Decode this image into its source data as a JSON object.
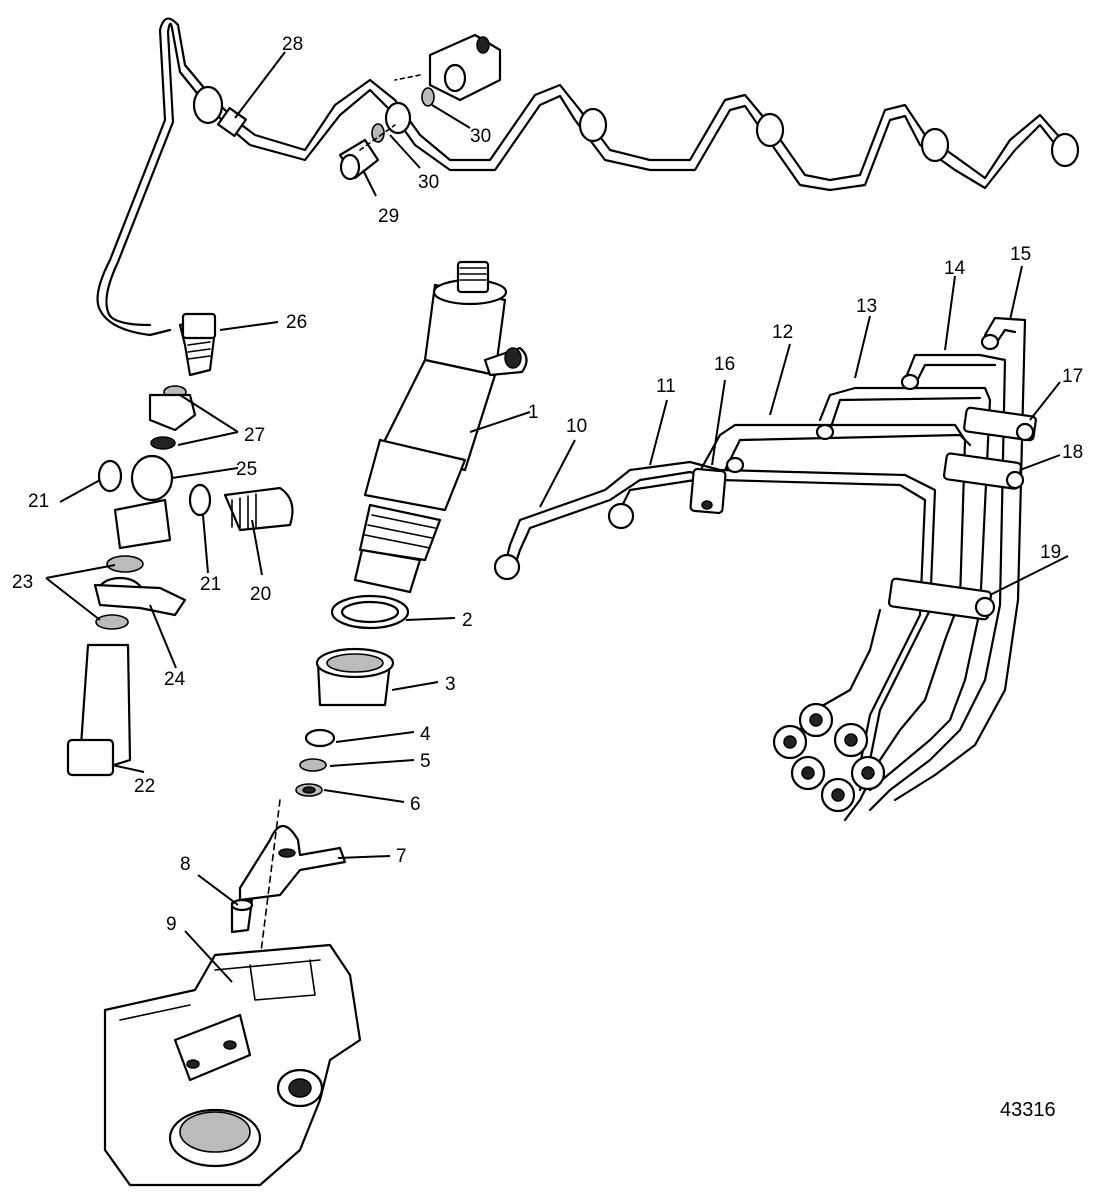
{
  "figure_number": "43316",
  "callouts": [
    {
      "id": "1",
      "text": "1"
    },
    {
      "id": "2",
      "text": "2"
    },
    {
      "id": "3",
      "text": "3"
    },
    {
      "id": "4",
      "text": "4"
    },
    {
      "id": "5",
      "text": "5"
    },
    {
      "id": "6",
      "text": "6"
    },
    {
      "id": "7",
      "text": "7"
    },
    {
      "id": "8",
      "text": "8"
    },
    {
      "id": "9",
      "text": "9"
    },
    {
      "id": "10",
      "text": "10"
    },
    {
      "id": "11",
      "text": "11"
    },
    {
      "id": "12",
      "text": "12"
    },
    {
      "id": "13",
      "text": "13"
    },
    {
      "id": "14",
      "text": "14"
    },
    {
      "id": "15",
      "text": "15"
    },
    {
      "id": "16",
      "text": "16"
    },
    {
      "id": "17",
      "text": "17"
    },
    {
      "id": "18",
      "text": "18"
    },
    {
      "id": "19",
      "text": "19"
    },
    {
      "id": "20",
      "text": "20"
    },
    {
      "id": "21a",
      "text": "21"
    },
    {
      "id": "21b",
      "text": "21"
    },
    {
      "id": "22",
      "text": "22"
    },
    {
      "id": "23",
      "text": "23"
    },
    {
      "id": "24",
      "text": "24"
    },
    {
      "id": "25",
      "text": "25"
    },
    {
      "id": "26",
      "text": "26"
    },
    {
      "id": "27",
      "text": "27"
    },
    {
      "id": "28",
      "text": "28"
    },
    {
      "id": "29",
      "text": "29"
    },
    {
      "id": "30a",
      "text": "30"
    },
    {
      "id": "30b",
      "text": "30"
    }
  ]
}
